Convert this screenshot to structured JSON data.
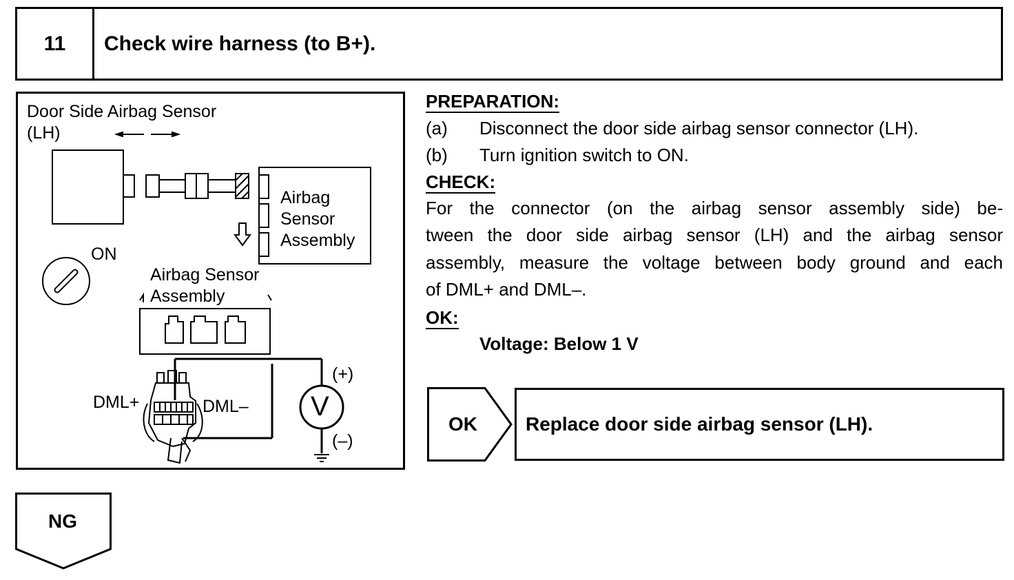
{
  "step": {
    "number": "11",
    "title": "Check wire harness (to B+)."
  },
  "diagram": {
    "sensor_label_1": "Door Side Airbag Sensor",
    "sensor_label_2": "(LH)",
    "assembly_side_1": "Airbag",
    "assembly_side_2": "Sensor",
    "assembly_side_3": "Assembly",
    "switch_label": "ON",
    "assembly_below_1": "Airbag Sensor",
    "assembly_below_2": "Assembly",
    "terminal_plus": "DML+",
    "terminal_minus": "DML–",
    "meter_symbol": "V",
    "meter_pos": "(+)",
    "meter_neg": "(–)"
  },
  "preparation": {
    "heading": "PREPARATION:",
    "step_a_marker": "(a)",
    "step_a_text": "Disconnect the door side airbag sensor connector (LH).",
    "step_b_marker": "(b)",
    "step_b_text": "Turn ignition switch to ON."
  },
  "check": {
    "heading": "CHECK:",
    "line1": "For the connector (on the airbag sensor assembly side) be-",
    "line2": "tween the door side airbag sensor (LH) and the airbag sensor",
    "line3": "assembly, measure the voltage between body ground and each",
    "line4": "of DML+ and DML–."
  },
  "ok": {
    "heading": "OK:",
    "spec": "Voltage: Below 1 V"
  },
  "results": {
    "ok_label": "OK",
    "ok_action": "Replace door side airbag sensor (LH).",
    "ng_label": "NG"
  }
}
